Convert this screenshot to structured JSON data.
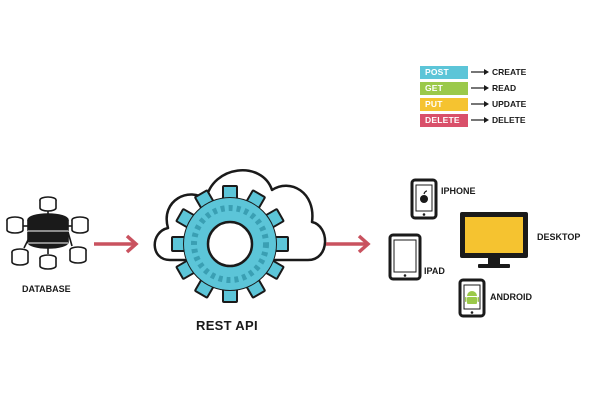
{
  "legend": [
    {
      "method": "POST",
      "action": "CREATE",
      "color": "#5cc5d8"
    },
    {
      "method": "GET",
      "action": "READ",
      "color": "#9bc94a"
    },
    {
      "method": "PUT",
      "action": "UPDATE",
      "color": "#f5c330"
    },
    {
      "method": "DELETE",
      "action": "DELETE",
      "color": "#d9506a"
    }
  ],
  "labels": {
    "database": "DATABASE",
    "rest_api": "REST API",
    "iphone": "IPHONE",
    "ipad": "IPAD",
    "desktop": "DESKTOP",
    "android": "ANDROID"
  },
  "colors": {
    "arrow": "#c9525f",
    "gear_fill": "#5cc5d8",
    "desktop_screen": "#f5c330",
    "android_green": "#9bc94a",
    "outline": "#1a1a1a"
  },
  "icons": [
    "database-icon",
    "cloud-icon",
    "gear-icon",
    "iphone-icon",
    "ipad-icon",
    "desktop-icon",
    "android-phone-icon"
  ]
}
